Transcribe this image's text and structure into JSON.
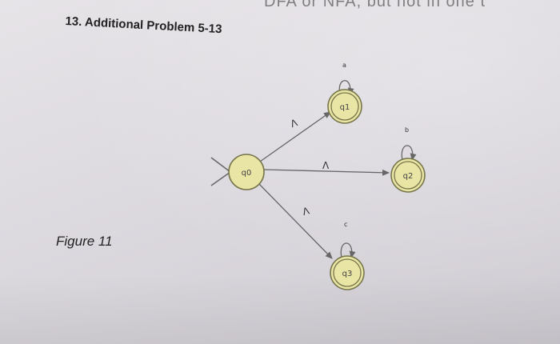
{
  "header": {
    "cut_text": "DFA or NFA, but not in one t",
    "problem_title": "13. Additional Problem 5-13"
  },
  "figure": {
    "caption": "Figure 11"
  },
  "automaton": {
    "start_state": "q0",
    "states": [
      {
        "id": "q0",
        "accepting": false
      },
      {
        "id": "q1",
        "accepting": true
      },
      {
        "id": "q2",
        "accepting": true
      },
      {
        "id": "q3",
        "accepting": true
      }
    ],
    "transitions": [
      {
        "from": "q0",
        "to": "q1",
        "label": "Λ"
      },
      {
        "from": "q0",
        "to": "q2",
        "label": "Λ"
      },
      {
        "from": "q0",
        "to": "q3",
        "label": "Λ"
      },
      {
        "from": "q1",
        "to": "q1",
        "label": "a"
      },
      {
        "from": "q2",
        "to": "q2",
        "label": "b"
      },
      {
        "from": "q3",
        "to": "q3",
        "label": "c"
      }
    ]
  },
  "colors": {
    "state_fill": "#e9e5a5",
    "state_stroke": "#77754a",
    "edge": "#666666"
  }
}
